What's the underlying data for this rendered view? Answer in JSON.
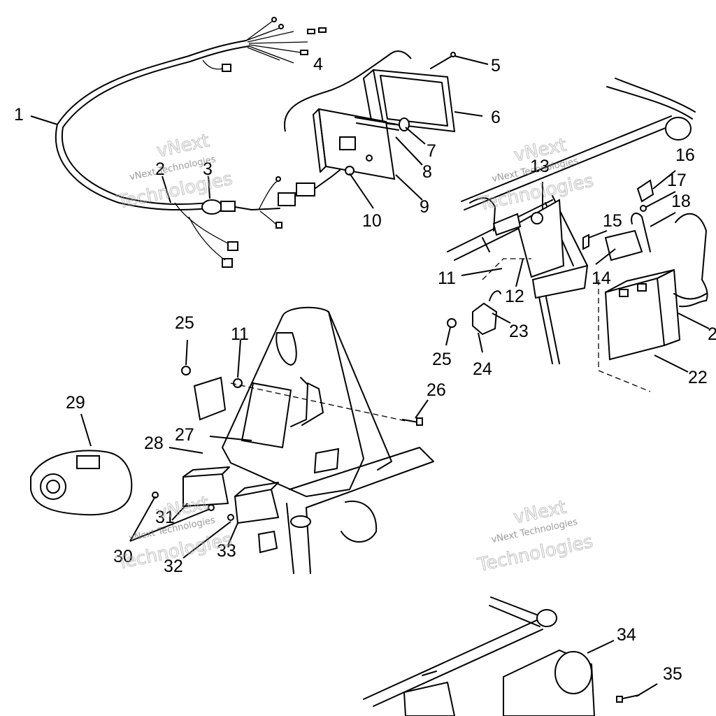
{
  "callouts": [
    {
      "id": "c1",
      "label": "1"
    },
    {
      "id": "c2",
      "label": "2"
    },
    {
      "id": "c3",
      "label": "3"
    },
    {
      "id": "c4",
      "label": "4"
    },
    {
      "id": "c5",
      "label": "5"
    },
    {
      "id": "c6",
      "label": "6"
    },
    {
      "id": "c7",
      "label": "7"
    },
    {
      "id": "c8",
      "label": "8"
    },
    {
      "id": "c9",
      "label": "9"
    },
    {
      "id": "c10",
      "label": "10"
    },
    {
      "id": "c11a",
      "label": "11"
    },
    {
      "id": "c12",
      "label": "12"
    },
    {
      "id": "c13",
      "label": "13"
    },
    {
      "id": "c14",
      "label": "14"
    },
    {
      "id": "c15",
      "label": "15"
    },
    {
      "id": "c16",
      "label": "16"
    },
    {
      "id": "c17",
      "label": "17"
    },
    {
      "id": "c18",
      "label": "18"
    },
    {
      "id": "c21",
      "label": "2"
    },
    {
      "id": "c22",
      "label": "22"
    },
    {
      "id": "c23",
      "label": "23"
    },
    {
      "id": "c24",
      "label": "24"
    },
    {
      "id": "c25a",
      "label": "25"
    },
    {
      "id": "c25b",
      "label": "25"
    },
    {
      "id": "c11b",
      "label": "11"
    },
    {
      "id": "c26",
      "label": "26"
    },
    {
      "id": "c27",
      "label": "27"
    },
    {
      "id": "c28",
      "label": "28"
    },
    {
      "id": "c29",
      "label": "29"
    },
    {
      "id": "c30",
      "label": "30"
    },
    {
      "id": "c31",
      "label": "31"
    },
    {
      "id": "c32",
      "label": "32"
    },
    {
      "id": "c33",
      "label": "33"
    },
    {
      "id": "c34",
      "label": "34"
    },
    {
      "id": "c35",
      "label": "35"
    }
  ],
  "watermark": {
    "company": "vNext Technologies",
    "brand": "vNext",
    "word": "Technologies"
  }
}
